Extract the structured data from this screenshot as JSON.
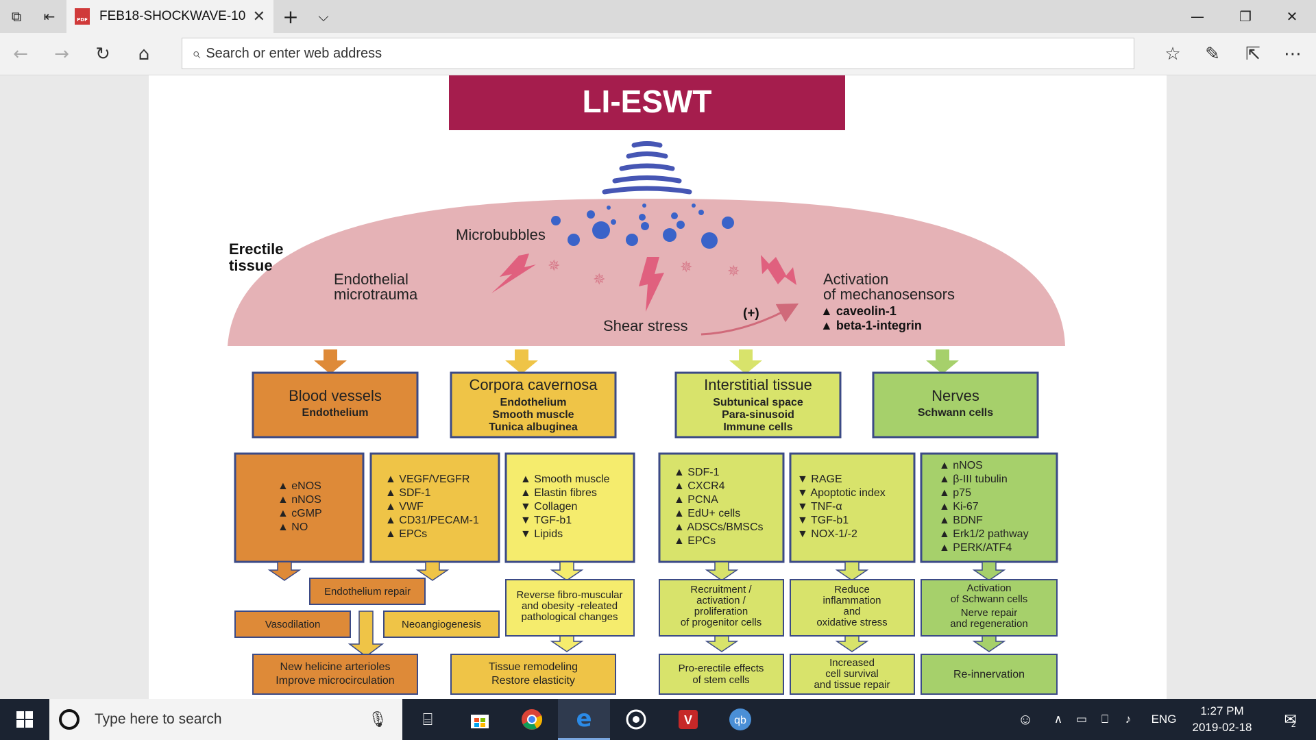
{
  "browser": {
    "tab_title": "FEB18-SHOCKWAVE-10",
    "tab_icon_text": "PDF",
    "address_placeholder": "Search or enter web address"
  },
  "diagram": {
    "title": "LI-ESWT",
    "tissue_label_1": "Erectile",
    "tissue_label_2": "tissue",
    "microbubbles": "Microbubbles",
    "endothelial_1": "Endothelial",
    "endothelial_2": "microtrauma",
    "shear_stress": "Shear stress",
    "plus": "(+)",
    "activation_1": "Activation",
    "activation_2": "of mechanosensors",
    "mechanosensors": [
      "▲ caveolin-1",
      "▲ beta-1-integrin"
    ],
    "categories": [
      {
        "title": "Blood vessels",
        "sub": [
          "Endothelium"
        ]
      },
      {
        "title": "Corpora cavernosa",
        "sub": [
          "Endothelium",
          "Smooth muscle",
          "Tunica albuginea"
        ]
      },
      {
        "title": "Interstitial tissue",
        "sub": [
          "Subtunical space",
          "Para-sinusoid",
          "Immune cells"
        ]
      },
      {
        "title": "Nerves",
        "sub": [
          "Schwann cells"
        ]
      }
    ],
    "markers": [
      [
        "▲ eNOS",
        "▲ nNOS",
        "▲ cGMP",
        "▲ NO"
      ],
      [
        "▲ VEGF/VEGFR",
        "▲ SDF-1",
        "▲ VWF",
        "▲ CD31/PECAM-1",
        "▲ EPCs"
      ],
      [
        "▲ Smooth muscle",
        "▲ Elastin fibres",
        "▼ Collagen",
        "▼ TGF-b1",
        "▼ Lipids"
      ],
      [
        "▲ SDF-1",
        "▲ CXCR4",
        "▲ PCNA",
        "▲ EdU+ cells",
        "▲ ADSCs/BMSCs",
        "▲ EPCs"
      ],
      [
        "▼ RAGE",
        "▼ Apoptotic index",
        "▼ TNF-α",
        "▼ TGF-b1",
        "▼ NOX-1/-2"
      ],
      [
        "▲ nNOS",
        "▲ β-III tubulin",
        "▲ p75",
        "▲ Ki-67",
        "▲ BDNF",
        "▲ Erk1/2 pathway",
        "▲ PERK/ATF4"
      ]
    ],
    "outcomes": {
      "endothelium_repair": "Endothelium repair",
      "vasodilation": "Vasodilation",
      "neoangiogenesis": "Neoangiogenesis",
      "reverse": [
        "Reverse fibro-muscular",
        "and obesity -releated",
        "pathological changes"
      ],
      "recruitment": [
        "Recruitment /",
        "activation /",
        "proliferation",
        "of progenitor cells"
      ],
      "reduce": [
        "Reduce",
        "inflammation",
        "and",
        "oxidative stress"
      ],
      "schwann": [
        "Activation",
        "of Schwann cells",
        "Nerve repair",
        "and regeneration"
      ],
      "helicine": [
        "New helicine arterioles",
        "Improve microcirculation"
      ],
      "remodeling": [
        "Tissue remodeling",
        "Restore elasticity"
      ],
      "pro_erectile": [
        "Pro-erectile effects",
        "of stem cells"
      ],
      "survival": [
        "Increased",
        "cell survival",
        "and tissue repair"
      ],
      "reinnervation": [
        "Re-innervation"
      ]
    }
  },
  "taskbar": {
    "search_placeholder": "Type here to search",
    "language": "ENG",
    "time": "1:27 PM",
    "date": "2019-02-18",
    "notification_count": "2"
  },
  "colors": {
    "title_bg": "#a51d4d",
    "dome": "#e5b2b6",
    "orange": "#de8a38",
    "gold": "#efc447",
    "yellow": "#f5ec6d",
    "lime": "#d8e36b",
    "green": "#a6d06b",
    "border": "#3b4a86",
    "wave": "#4656b4"
  }
}
